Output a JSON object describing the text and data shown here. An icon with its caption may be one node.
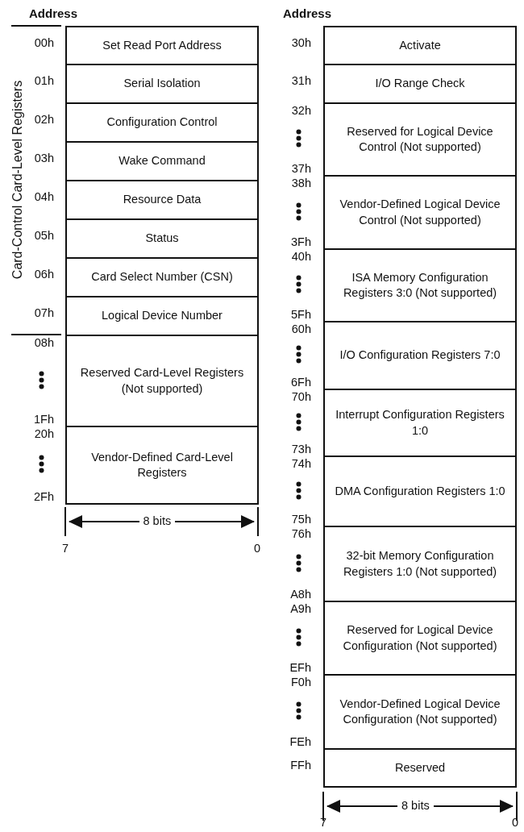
{
  "diagram": {
    "nodes": [
      {
        "text": [
          "Set Read Port Address"
        ],
        "beside": [
          "00h"
        ]
      },
      {
        "text": [
          "Serial Isolation"
        ],
        "beside": [
          "01h"
        ]
      },
      {
        "text": [
          "Configuration Control"
        ],
        "beside": [
          "02h"
        ]
      },
      {
        "text": [
          "Wake Command"
        ],
        "beside": [
          "03h"
        ]
      },
      {
        "text": [
          "Resource Data"
        ],
        "beside": [
          "04h"
        ]
      },
      {
        "text": [
          "Status"
        ],
        "beside": [
          "05h"
        ]
      },
      {
        "text": [
          "Card Select Number (CSN)"
        ],
        "beside": [
          "06h"
        ]
      },
      {
        "text": [
          "Logical Device Number"
        ],
        "beside": [
          "07h"
        ]
      },
      {
        "text": [
          "Reserved Card-Level Registers (Not supported)"
        ],
        "beside": [
          "08h",
          "1Fh"
        ]
      },
      {
        "text": [
          "Vendor-Defined Card-Level Registers"
        ],
        "beside": [
          "20h",
          "2Fh"
        ]
      },
      {
        "text": [
          "Activate"
        ],
        "beside": [
          "30h"
        ]
      },
      {
        "text": [
          "I/O Range Check"
        ],
        "beside": [
          "31h"
        ]
      },
      {
        "text": [
          "Reserved for Logical Device Control (Not supported)"
        ],
        "beside": [
          "32h",
          "37h"
        ]
      },
      {
        "text": [
          "Vendor-Defined Logical Device Control (Not supported)"
        ],
        "beside": [
          "38h",
          "3Fh"
        ]
      },
      {
        "text": [
          "ISA Memory Configuration Registers 3:0 (Not supported)"
        ],
        "beside": [
          "40h",
          "5Fh"
        ]
      },
      {
        "text": [
          "I/O Configuration Registers 7:0"
        ],
        "beside": [
          "60h",
          "6Fh"
        ]
      },
      {
        "text": [
          "Interrupt Configuration Registers 1:0"
        ],
        "beside": [
          "70h",
          "73h"
        ]
      },
      {
        "text": [
          "DMA Configuration Registers 1:0"
        ],
        "beside": [
          "74h",
          "75h"
        ]
      },
      {
        "text": [
          "32-bit Memory Configuration Registers 1:0 (Not supported)"
        ],
        "beside": [
          "76h",
          "A8h"
        ]
      },
      {
        "text": [
          "Reserved for Logical Device Configuration (Not supported)"
        ],
        "beside": [
          "A9h",
          "EFh"
        ]
      },
      {
        "text": [
          "Vendor-Defined Logical Device Configuration (Not supported)"
        ],
        "beside": [
          "F0h",
          "FEh"
        ]
      },
      {
        "text": [
          "Reserved"
        ],
        "beside": [
          "FFh"
        ]
      }
    ],
    "labels": [
      "Address",
      "Card-Control Card-Level Registers",
      "8 bits",
      "7",
      "0",
      "Address",
      "8 bits",
      "7",
      "0"
    ]
  }
}
